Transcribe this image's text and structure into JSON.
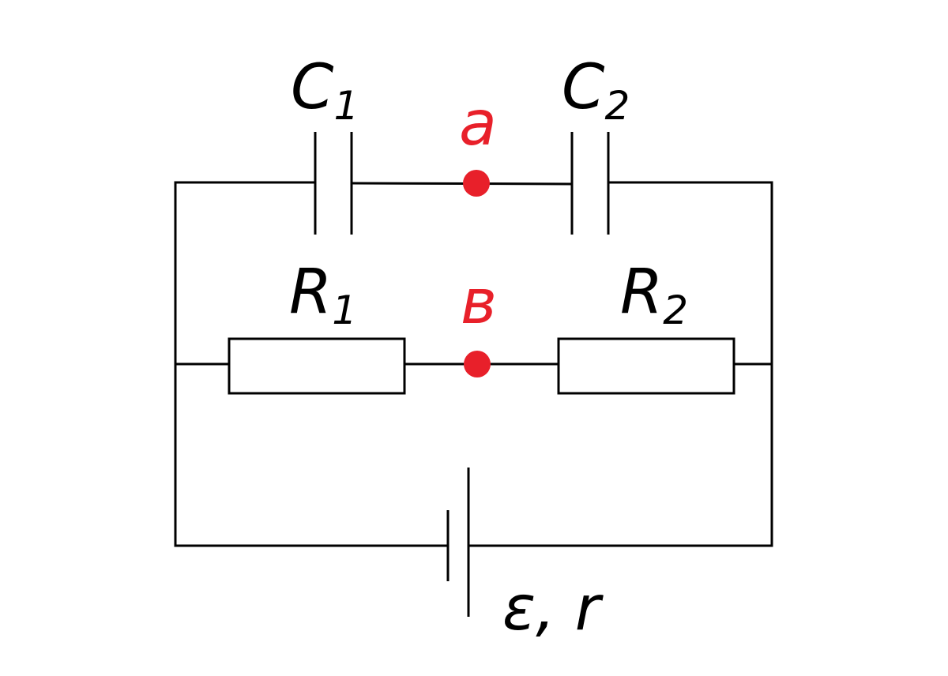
{
  "labels": {
    "c1": {
      "main": "C",
      "sub": "1"
    },
    "c2": {
      "main": "C",
      "sub": "2"
    },
    "r1": {
      "main": "R",
      "sub": "1"
    },
    "r2": {
      "main": "R",
      "sub": "2"
    },
    "node_a": "a",
    "node_b": "в",
    "source": "ε, r"
  },
  "colors": {
    "wire": "#000000",
    "node": "#e8202a"
  }
}
